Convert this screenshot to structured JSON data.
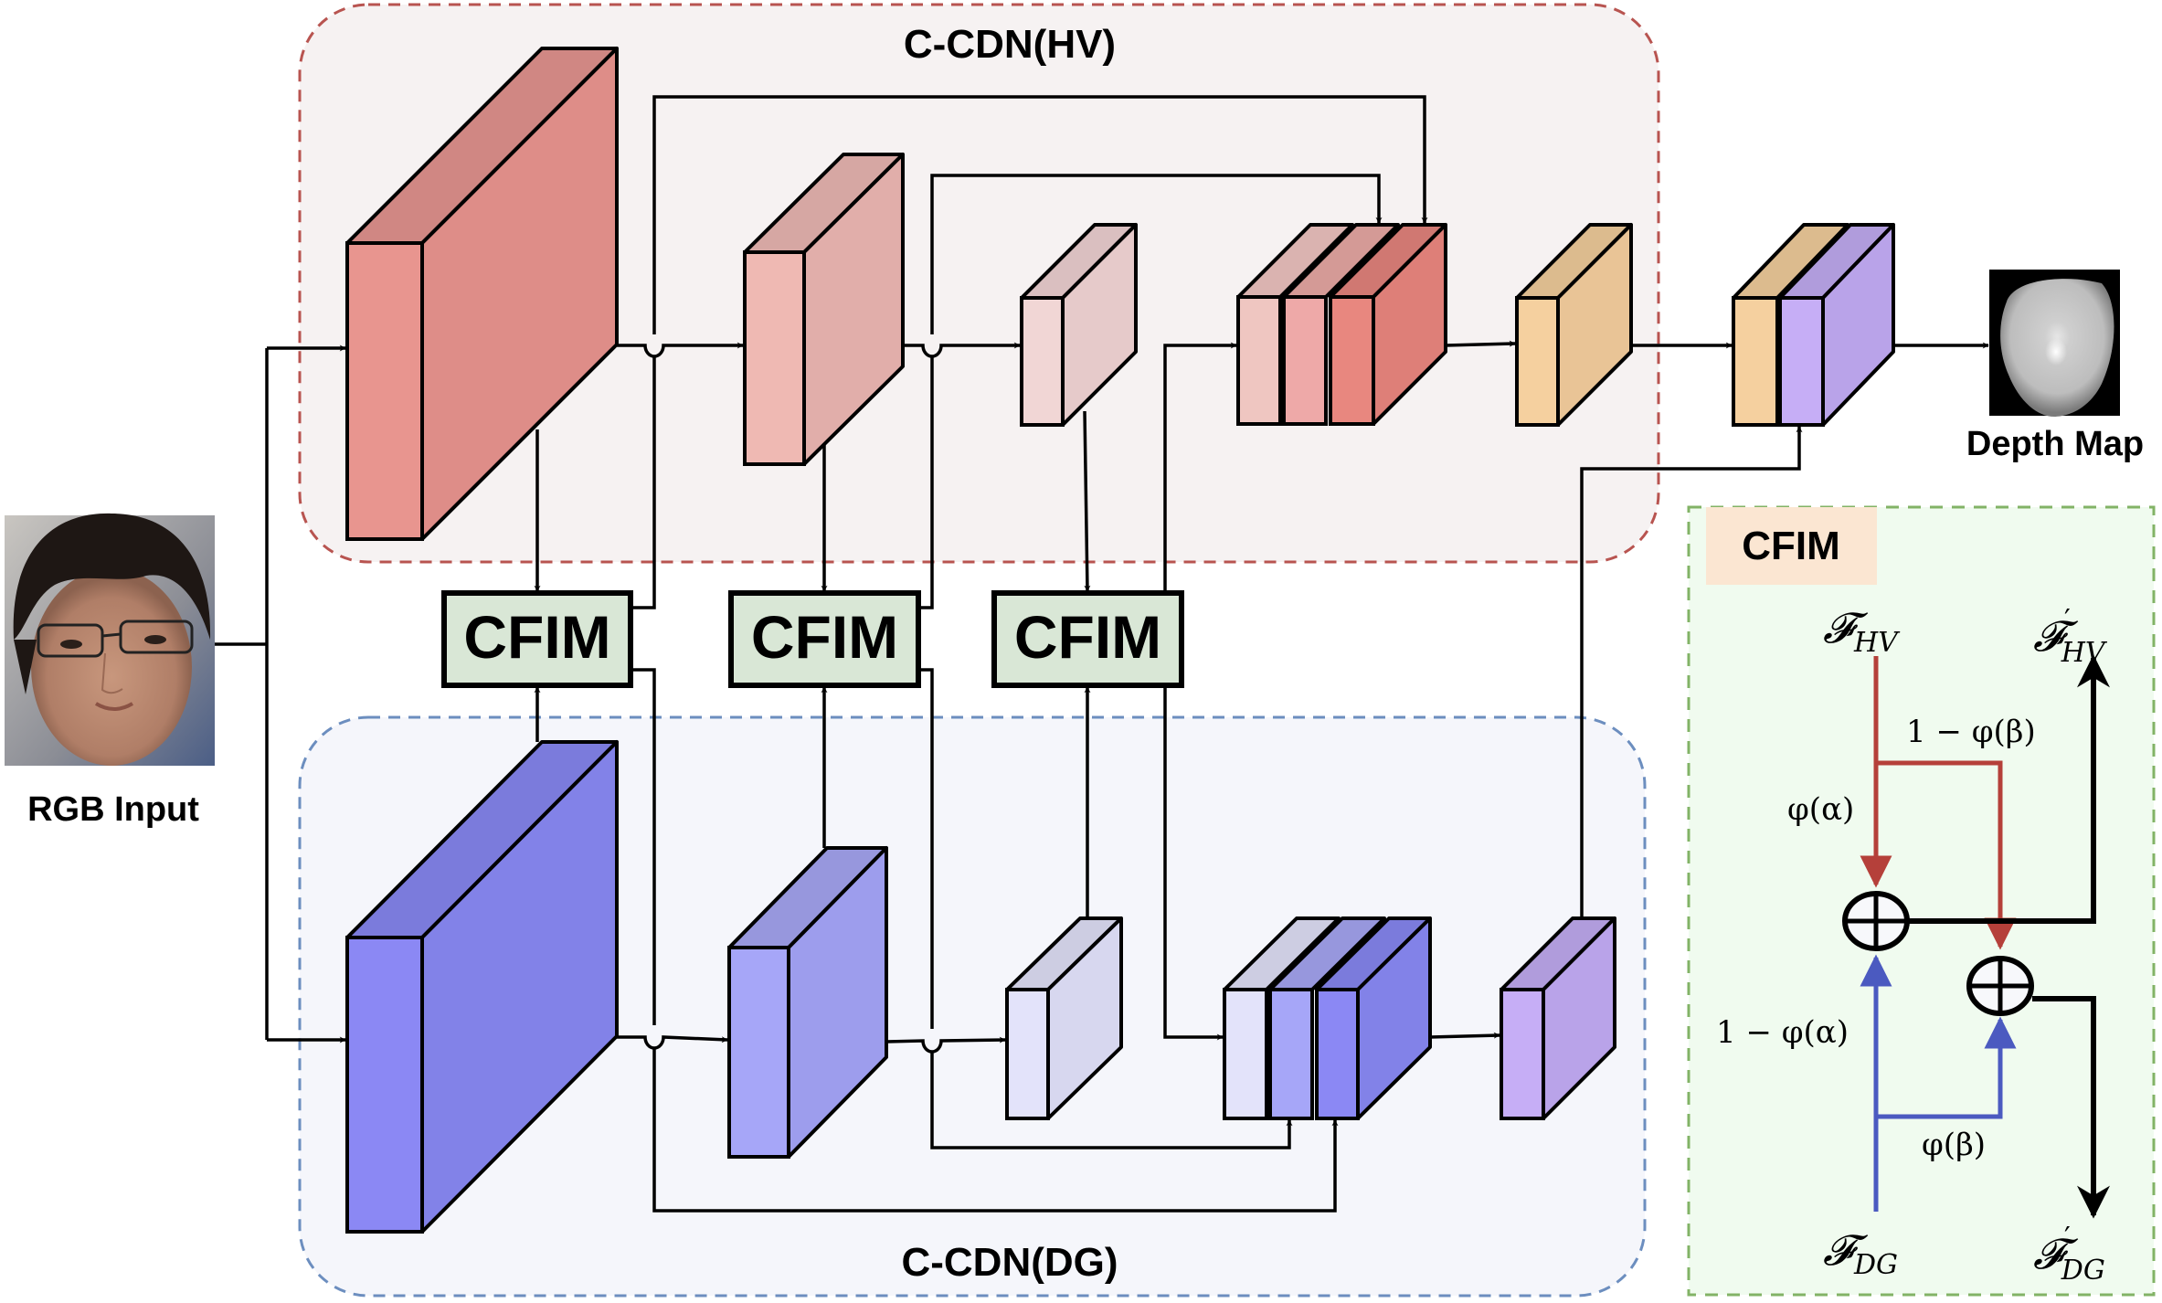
{
  "title": "C-CDN dual-stream architecture with CFIM",
  "colors": {
    "hv_region_fill": "#f6f2f2",
    "hv_region_stroke": "#b85450",
    "dg_region_fill": "#f5f6fb",
    "dg_region_stroke": "#6c8ebf",
    "cfim_fill": "#d9e7d6",
    "cfim_panel_fill": "#f0fbef",
    "cfim_panel_stroke": "#82b366",
    "cfim_panel_label_bg": "#fbe6d2",
    "red_path": "#b5403a",
    "blue_path": "#4b5ac0",
    "black": "#000000"
  },
  "regions": {
    "hv": {
      "label": "C-CDN(HV)"
    },
    "dg": {
      "label": "C-CDN(DG)"
    }
  },
  "input": {
    "label": "RGB Input"
  },
  "output": {
    "label": "Depth Map"
  },
  "cfim_modules": [
    {
      "label": "CFIM"
    },
    {
      "label": "CFIM"
    },
    {
      "label": "CFIM"
    }
  ],
  "hv_blocks": [
    {
      "name": "hv-block-1",
      "front": "#e8958f",
      "side": "#de8d88",
      "top": "#d08783"
    },
    {
      "name": "hv-block-2",
      "front": "#efb9b3",
      "side": "#e1aeaa",
      "top": "#d6a7a3"
    },
    {
      "name": "hv-block-3",
      "front": "#f1d6d5",
      "side": "#e6caca",
      "top": "#dabfc0"
    },
    {
      "name": "hv-concat-block",
      "fronts": [
        "#efc6c1",
        "#eea9a8",
        "#e8877f"
      ],
      "side": "#de7f78",
      "tops": [
        "#dab3b0",
        "#d49a96",
        "#d07872"
      ]
    },
    {
      "name": "hv-output-block",
      "front": "#f5d09f",
      "side": "#e9c496",
      "top": "#dcbb8e"
    }
  ],
  "dg_blocks": [
    {
      "name": "dg-block-1",
      "front": "#8b88f4",
      "side": "#8282e8",
      "top": "#7b7bdc"
    },
    {
      "name": "dg-block-2",
      "front": "#a6a6f8",
      "side": "#9d9ded",
      "top": "#9797dd"
    },
    {
      "name": "dg-block-3",
      "front": "#e3e3fa",
      "side": "#d7d7ef",
      "top": "#cdcde2"
    },
    {
      "name": "dg-concat-block",
      "fronts": [
        "#e3e3fa",
        "#a6a6f8",
        "#8b88f4"
      ],
      "side": "#8282e8",
      "tops": [
        "#cdcde2",
        "#9797dd",
        "#7b7bdc"
      ]
    },
    {
      "name": "dg-output-block",
      "front": "#c6aef6",
      "side": "#b9a3e9",
      "top": "#b09cdc"
    }
  ],
  "fusion_block": {
    "fronts": [
      "#f5d09f",
      "#c6aef6"
    ],
    "side": "#b9a3e9",
    "tops": [
      "#dcbb8e",
      "#b09cdc"
    ]
  },
  "cfim_detail": {
    "panel_label": "CFIM",
    "f_hv": {
      "base": "𝓕",
      "sub": "HV"
    },
    "f_hv_out": {
      "base": "𝓕",
      "sub": "HV",
      "prime": "′"
    },
    "f_dg": {
      "base": "𝓕",
      "sub": "DG"
    },
    "f_dg_out": {
      "base": "𝓕",
      "sub": "DG",
      "prime": "′"
    },
    "w_alpha": "φ(α)",
    "w_one_minus_alpha": "1 − φ(α)",
    "w_beta": "φ(β)",
    "w_one_minus_beta": "1 − φ(β)",
    "op_symbol": "element-wise addition"
  }
}
